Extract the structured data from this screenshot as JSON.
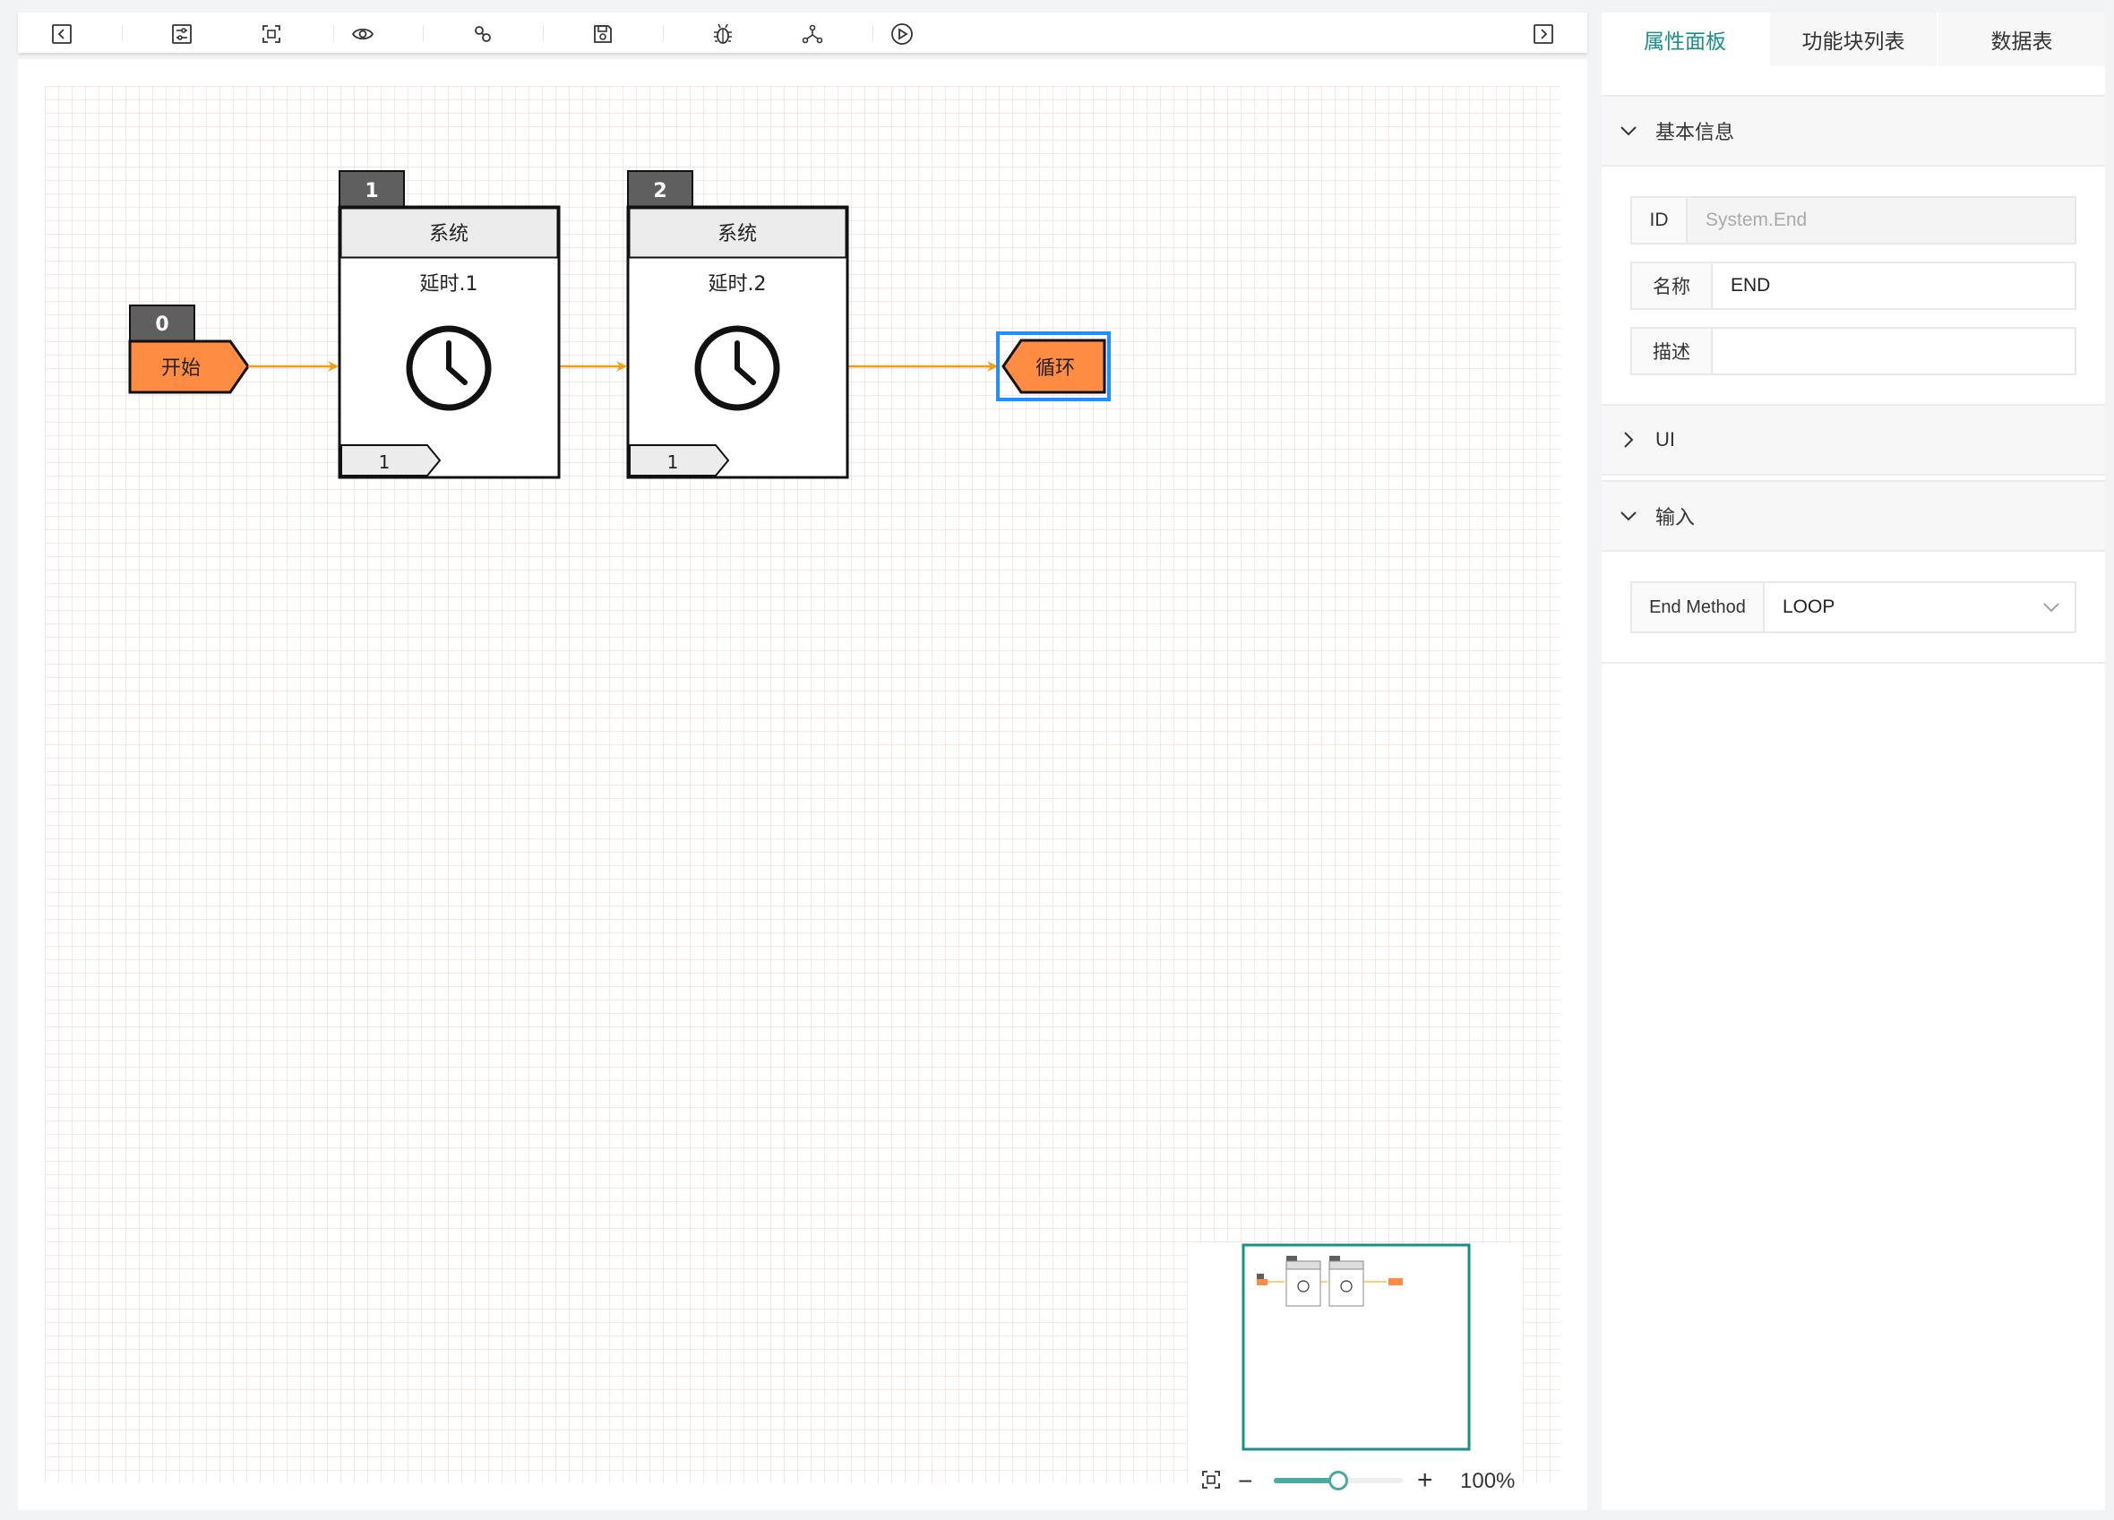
{
  "toolbar": {
    "buttons": [
      "collapse-left",
      "settings",
      "fit-view",
      "preview",
      "link",
      "save",
      "debug",
      "share",
      "run",
      "collapse-right"
    ]
  },
  "canvas": {
    "start_node": {
      "index": "0",
      "label": "开始"
    },
    "nodes": [
      {
        "index": "1",
        "category": "系统",
        "title": "延时.1",
        "port": "1"
      },
      {
        "index": "2",
        "category": "系统",
        "title": "延时.2",
        "port": "1"
      }
    ],
    "end_node": {
      "label": "循环"
    }
  },
  "minimap": {
    "zoom_label": "100%",
    "zoom_value": 0.5
  },
  "panel": {
    "tabs": [
      "属性面板",
      "功能块列表",
      "数据表"
    ],
    "active_tab": 0,
    "sections": {
      "basic": {
        "title": "基本信息",
        "id_label": "ID",
        "id_value": "System.End",
        "name_label": "名称",
        "name_value": "END",
        "desc_label": "描述",
        "desc_value": ""
      },
      "ui": {
        "title": "UI"
      },
      "input": {
        "title": "输入",
        "method_label": "End Method",
        "method_value": "LOOP"
      }
    }
  },
  "colors": {
    "accent": "#1a8f87",
    "orange": "#ff8c42",
    "edge": "#f29d12",
    "selection": "#1e90ff"
  }
}
